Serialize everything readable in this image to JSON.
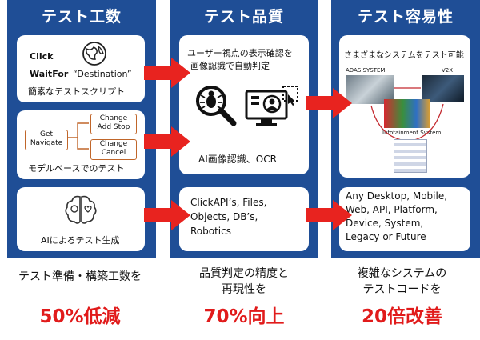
{
  "columns": [
    {
      "title": "テスト工数",
      "card1": {
        "line1": "Click",
        "line2": "WaitFor",
        "line2b": "“Destination”",
        "caption": "簡素なテストスクリプト"
      },
      "card2": {
        "get": "Get",
        "navigate": "Navigate",
        "change1a": "Change",
        "change1b": "Add Stop",
        "change2a": "Change",
        "change2b": "Cancel",
        "caption": "モデルベースでのテスト"
      },
      "card3": {
        "caption": "AIによるテスト生成"
      },
      "bottom": "テスト準備・構築工数を",
      "result": "50%低減"
    },
    {
      "title": "テスト品質",
      "card1": {
        "line1": "ユーザー視点の表示確認を",
        "line2": "画像認識で自動判定",
        "caption": "AI画像認識、OCR"
      },
      "card2": {
        "line1": "ClickAPI’s, Files,",
        "line2": "Objects, DB’s,",
        "line3": "Robotics"
      },
      "bottom1": "品質判定の精度と",
      "bottom2": "再現性を",
      "result": "70%向上"
    },
    {
      "title": "テスト容易性",
      "card1": {
        "caption": "さまざまなシステムをテスト可能",
        "label_adas": "ADAS SYSTEM",
        "label_v2x": "V2X",
        "label_info": "Infotainment System"
      },
      "card2": {
        "line1": "Any Desktop, Mobile,",
        "line2": "Web, API, Platform,",
        "line3": "Device, System,",
        "line4": "Legacy or Future"
      },
      "bottom1": "複雑なシステムの",
      "bottom2": "テストコードを",
      "result": "20倍改善"
    }
  ],
  "colors": {
    "column_bg": "#1f4e96",
    "arrow": "#e8231f",
    "result": "#e11b1b"
  }
}
